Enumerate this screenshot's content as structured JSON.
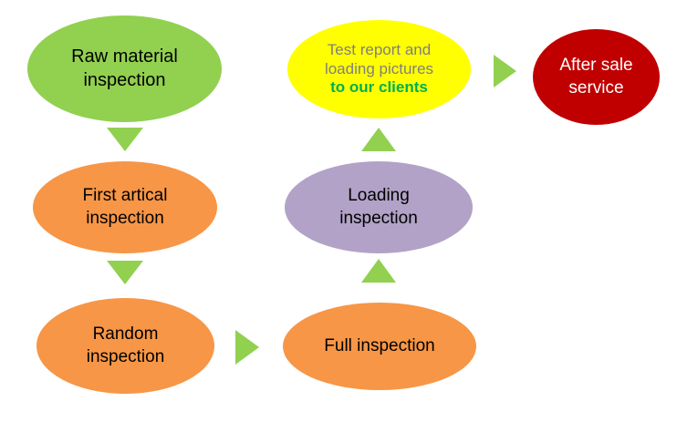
{
  "diagram": {
    "nodes": {
      "raw_material": {
        "label": "Raw material inspection",
        "color": "#92D050",
        "text_color": "#000000"
      },
      "test_report": {
        "label": "Test report and loading pictures",
        "label2": "to our clients",
        "color": "#FFFF00",
        "text_color": "#7F7F7F",
        "text2_color": "#00B050"
      },
      "after_sale": {
        "label": "After sale service",
        "color": "#C00000",
        "text_color": "#FFFFFF"
      },
      "first_artical": {
        "label": "First artical inspection",
        "color": "#F79646",
        "text_color": "#000000"
      },
      "loading": {
        "label": "Loading inspection",
        "color": "#B2A2C7",
        "text_color": "#000000"
      },
      "random": {
        "label": "Random inspection",
        "color": "#F79646",
        "text_color": "#000000"
      },
      "full": {
        "label": "Full inspection",
        "color": "#F79646",
        "text_color": "#000000"
      }
    },
    "arrow_color": "#92D050"
  }
}
